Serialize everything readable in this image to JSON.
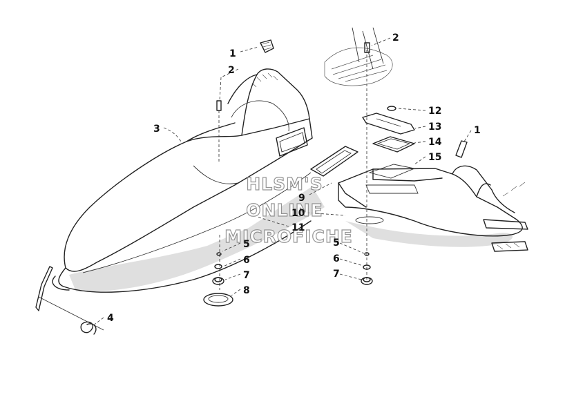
{
  "callouts": {
    "c1a": "1",
    "c2a": "2",
    "c3": "3",
    "c4": "4",
    "c5a": "5",
    "c6a": "6",
    "c7a": "7",
    "c8": "8",
    "c9": "9",
    "c10": "10",
    "c11": "11",
    "c2b": "2",
    "c12": "12",
    "c13": "13",
    "c14": "14",
    "c15": "15",
    "c1b": "1",
    "c5b": "5",
    "c6b": "6",
    "c7b": "7"
  },
  "watermark": {
    "line1": "HLSM'S",
    "line2": "ONLINE",
    "line3": "MICROFICHE"
  }
}
